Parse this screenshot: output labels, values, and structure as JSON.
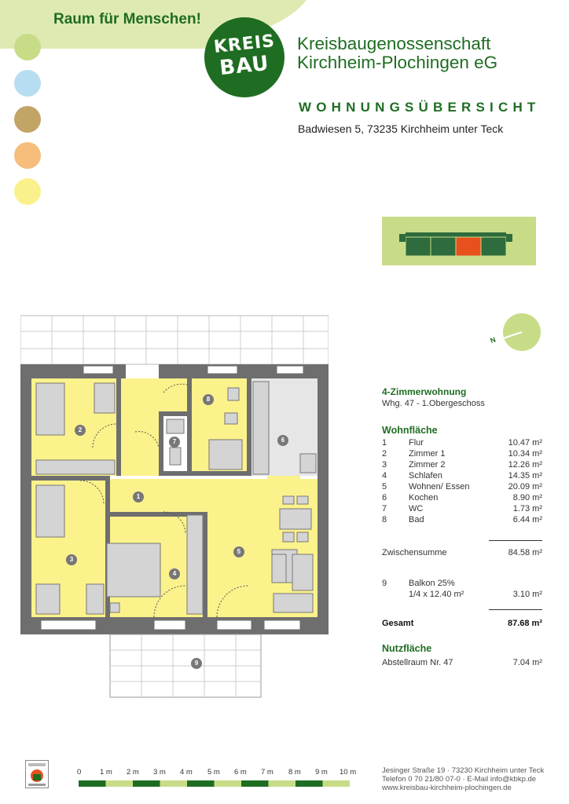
{
  "header": {
    "tagline": "Raum für Menschen!",
    "logo_text_top": "KREIS",
    "logo_text_bottom": "BAU",
    "company_line1": "Kreisbaugenossenschaft",
    "company_line2": "Kirchheim-Plochingen eG",
    "doc_title": "WOHNUNGSÜBERSICHT",
    "address": "Badwiesen 5, 73235 Kirchheim unter Teck"
  },
  "colors": {
    "brand_green": "#1f6d22",
    "circle_light_green": "#c8dc88",
    "circle_light_blue": "#b7def0",
    "circle_tan": "#c2a566",
    "circle_orange": "#f6bd7c",
    "circle_yellow": "#fbf18c",
    "room_yellow": "#fbf28c",
    "highlight_orange": "#e8501e"
  },
  "floorplan": {
    "room_numbers": [
      "1",
      "2",
      "3",
      "4",
      "5",
      "6",
      "7",
      "8",
      "9"
    ]
  },
  "compass": {
    "label": "N"
  },
  "apartment": {
    "type": "4-Zimmerwohnung",
    "unit": "Whg. 47 - 1.Obergeschoss"
  },
  "wohnflaeche": {
    "title": "Wohnfläche",
    "rooms": [
      {
        "nr": "1",
        "name": "Flur",
        "area": "10.47 m²"
      },
      {
        "nr": "2",
        "name": "Zimmer 1",
        "area": "10.34 m²"
      },
      {
        "nr": "3",
        "name": "Zimmer 2",
        "area": "12.26 m²"
      },
      {
        "nr": "4",
        "name": "Schlafen",
        "area": "14.35 m²"
      },
      {
        "nr": "5",
        "name": "Wohnen/ Essen",
        "area": "20.09 m²"
      },
      {
        "nr": "6",
        "name": "Kochen",
        "area": "8.90 m²"
      },
      {
        "nr": "7",
        "name": "WC",
        "area": "1.73 m²"
      },
      {
        "nr": "8",
        "name": "Bad",
        "area": "6.44 m²"
      }
    ],
    "subtotal_label": "Zwischensumme",
    "subtotal_value": "84.58 m²",
    "balcony_nr": "9",
    "balcony_label": "Balkon 25%",
    "balcony_calc": "1/4 x 12.40 m²",
    "balcony_value": "3.10 m²",
    "total_label": "Gesamt",
    "total_value": "87.68 m²"
  },
  "nutzflaeche": {
    "title": "Nutzfläche",
    "item_label": "Abstellraum Nr. 47",
    "item_value": "7.04 m²"
  },
  "scale": {
    "labels": [
      "0",
      "1 m",
      "2 m",
      "3 m",
      "4 m",
      "5 m",
      "6 m",
      "7 m",
      "8 m",
      "9 m",
      "10 m"
    ]
  },
  "footer": {
    "line1": "Jesinger Straße 19 · 73230 Kirchheim unter Teck",
    "line2": "Telefon 0 70 21/80 07-0 · E-Mail info@kbkp.de",
    "line3": "www.kreisbau-kirchheim-plochingen.de"
  }
}
